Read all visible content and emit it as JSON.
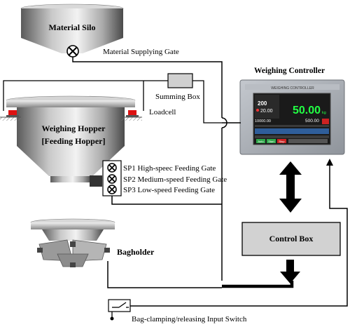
{
  "diagram": {
    "material_silo": "Material Silo",
    "material_supplying_gate": "Material Supplying Gate",
    "summing_box": "Summing Box",
    "loadcell": "Loadcell",
    "weighing_hopper_line1": "Weighing Hopper",
    "weighing_hopper_line2": "[Feeding Hopper]",
    "sp1": "SP1 High-speec Feeding Gate",
    "sp2": "SP2 Medium-speed Feeding Gate",
    "sp3": "SP3 Low-speed Feeding Gate",
    "weighing_controller": "Weighing Controller",
    "control_box": "Control Box",
    "bagholder": "Bagholder",
    "bag_switch": "Bag-clamping/releasing Input Switch"
  },
  "controller_screen": {
    "header": "WEIGHING CONTROLLER",
    "value_top": "200",
    "value_mid": "20.00",
    "main_weight": "50.00",
    "unit": "kg",
    "target_small": "10000.00",
    "target_right": "500.00",
    "buttons": [
      "Auto",
      "Start",
      "Stop"
    ]
  },
  "colors": {
    "line": "#000000",
    "loadcell_red": "#dd1111",
    "controller_body": "#a8adb5",
    "screen_bg": "#1a1a1a",
    "screen_green": "#22ff44",
    "control_box_fill": "#d2d2d2"
  }
}
